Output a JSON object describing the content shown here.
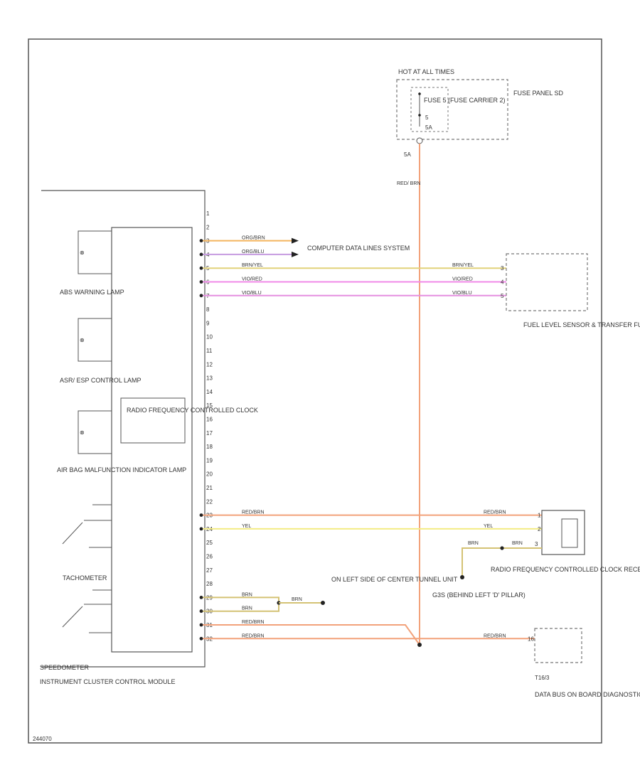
{
  "colors": {
    "frame": "#555555",
    "dash": "#777777",
    "text": "#333333",
    "red_brn": "#f2a27a",
    "org_brn": "#f3b45e",
    "org_blu": "#c69be0",
    "brn_yel": "#e2d27a",
    "vio_red": "#f08ae8",
    "vio_blu": "#e58fe0",
    "yel": "#f3ec84",
    "brn": "#d4c274",
    "splice": "#222222"
  },
  "labels": {
    "fuse_hot": "HOT AT ALL TIMES",
    "fuse_name": "FUSE 5 (FUSE CARRIER 2)",
    "fuse_panel": "FUSE PANEL SD",
    "fuse_amp": "5A",
    "fuse_amp_inner": "5A",
    "fuse_pin": "5",
    "feed_wire": "RED/ BRN",
    "computer_data_bus": "COMPUTER DATA LINES SYSTEM",
    "fuel_sensor": "FUEL LEVEL SENSOR & TRANSFER FUEL PUMP (FF)",
    "abs_lamp": "ABS WARNING LAMP",
    "asr_lamp": "ASR/ ESP CONTROL LAMP",
    "airbag_lamp": "AIR BAG MALFUNCTION INDICATOR LAMP",
    "tachometer": "TACHOMETER",
    "speedometer": "SPEEDOMETER",
    "cluster": "INSTRUMENT CLUSTER CONTROL MODULE",
    "clock": "RADIO FREQUENCY CONTROLLED CLOCK",
    "clock_receiver": "RADIO FREQUENCY CONTROLLED CLOCK RECEIVER",
    "ground_left": "ON LEFT SIDE OF CENTER TUNNEL UNIT",
    "ground_g": "G3S (BEHIND LEFT 'D' PILLAR)",
    "obd": "DATA BUS ON BOARD DIAGNOSTIC INTERFACE",
    "obd_conn": "T16/3",
    "diagram_id": "244070"
  },
  "pins": [
    "1",
    "2",
    "3",
    "4",
    "5",
    "6",
    "7",
    "8",
    "9",
    "10",
    "11",
    "12",
    "13",
    "14",
    "15",
    "16",
    "17",
    "18",
    "19",
    "20",
    "21",
    "22",
    "23",
    "24",
    "25",
    "26",
    "27",
    "28",
    "29",
    "30",
    "31",
    "32"
  ],
  "wires": [
    {
      "pin": "3",
      "color": "ORG/BRN",
      "far_label": "",
      "stroke": "org_brn",
      "to": "computer"
    },
    {
      "pin": "4",
      "color": "ORG/BLU",
      "far_label": "",
      "stroke": "org_blu",
      "to": "computer"
    },
    {
      "pin": "5",
      "color": "BRN/YEL",
      "far_label": "BRN/YEL",
      "stroke": "brn_yel",
      "to": "fuel",
      "far_pin": "3"
    },
    {
      "pin": "6",
      "color": "VIO/RED",
      "far_label": "VIO/RED",
      "stroke": "vio_red",
      "to": "fuel",
      "far_pin": "4"
    },
    {
      "pin": "7",
      "color": "VIO/BLU",
      "far_label": "VIO/BLU",
      "stroke": "vio_blu",
      "to": "fuel",
      "far_pin": "5"
    },
    {
      "pin": "23",
      "color": "RED/BRN",
      "far_label": "RED/BRN",
      "stroke": "red_brn",
      "to": "clock",
      "far_pin": "1"
    },
    {
      "pin": "24",
      "color": "YEL",
      "far_label": "YEL",
      "stroke": "yel",
      "to": "clock",
      "far_pin": "2"
    },
    {
      "pin": "29",
      "color": "BRN",
      "far_label": "",
      "stroke": "brn",
      "to": "gleft"
    },
    {
      "pin": "30",
      "color": "BRN",
      "far_label": "",
      "stroke": "brn",
      "to": "gleft"
    },
    {
      "pin": "31",
      "color": "RED/BRN",
      "far_label": "",
      "stroke": "red_brn",
      "to": "obd"
    },
    {
      "pin": "32",
      "color": "RED/BRN",
      "far_label": "RED/BRN",
      "stroke": "red_brn",
      "to": "obd",
      "far_pin": "16"
    }
  ],
  "misc_wires": {
    "gleft_label": "BRN",
    "clock_gnd_label": "BRN",
    "clock_gnd_label2": "BRN",
    "clock_gnd_pin": "3"
  }
}
